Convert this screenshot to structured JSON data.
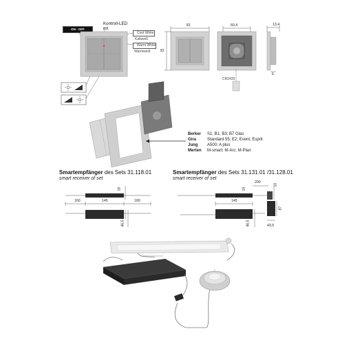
{
  "top": {
    "on_off_label": "ON - OFF",
    "led_label_line1": "Kontroll-LED",
    "led_label_line2": "rot",
    "cool_white": "Cool White",
    "kaltweiss": "Kaltweiß",
    "warm_white": "Warm White",
    "warmweiss": "Warmweiß",
    "dim_width": "81",
    "dim_height": "81",
    "dim_inner": "60,4",
    "dim_depth": "13,4",
    "dim_small": "6",
    "battery": "CR2430"
  },
  "brands": [
    {
      "name": "Berker",
      "value": "S1; B1; B3; B7 Glas"
    },
    {
      "name": "Gira",
      "value": "Standard 55; E2; Event; Esprit"
    },
    {
      "name": "Jung",
      "value": "A500; A plus"
    },
    {
      "name": "Merten",
      "value": "M-smart; M-Arc; M-Plan"
    }
  ],
  "left_receiver": {
    "title_bold": "Smartempfänger",
    "title_rest": " des Sets 31.118.01",
    "subtitle": "smart receiver of set",
    "dim_16": "16",
    "dim_160a": "160",
    "dim_145": "145",
    "dim_160b": "160",
    "dim_46": "46,5"
  },
  "right_receiver": {
    "title_bold": "Smartempfänger",
    "title_rest": " des Sets 31.131.01 /31.128.01",
    "subtitle": "smart receiver of set",
    "dim_16": "16",
    "dim_200": "200",
    "dim_10": "10",
    "dim_145": "145",
    "dim_87": "87",
    "dim_46": "46,5",
    "dim_43": "43,5"
  }
}
